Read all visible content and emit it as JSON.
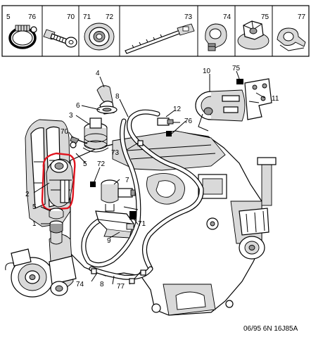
{
  "parts_bar": {
    "cells": [
      {
        "ref_a": "5",
        "ref_b": "76",
        "icon": "hose-clamp-icon"
      },
      {
        "ref_a": "70",
        "ref_b": "",
        "icon": "bolt-icon"
      },
      {
        "ref_a": "71",
        "ref_b": "72",
        "icon": "grommet-icon"
      },
      {
        "ref_a": "73",
        "ref_b": "",
        "icon": "cable-tie-icon"
      },
      {
        "ref_a": "74",
        "ref_b": "",
        "icon": "pipe-clip-icon"
      },
      {
        "ref_a": "75",
        "ref_b": "",
        "icon": "flange-nut-icon"
      },
      {
        "ref_a": "77",
        "ref_b": "",
        "icon": "spring-clip-icon"
      }
    ]
  },
  "callouts": {
    "c1": "1",
    "c2": "2",
    "c3": "3",
    "c4": "4",
    "c5a": "5",
    "c5b": "5",
    "c6": "6",
    "c7": "7",
    "c8a": "8",
    "c8b": "8",
    "c9": "9",
    "c10": "10",
    "c11": "11",
    "c12": "12",
    "c70": "70",
    "c71": "71",
    "c72": "72",
    "c73": "73",
    "c74": "74",
    "c75": "75",
    "c76": "76",
    "c77": "77"
  },
  "footer": {
    "reference": "06/95  6N  16J85A"
  },
  "highlight": {
    "color": "#e0141e"
  }
}
